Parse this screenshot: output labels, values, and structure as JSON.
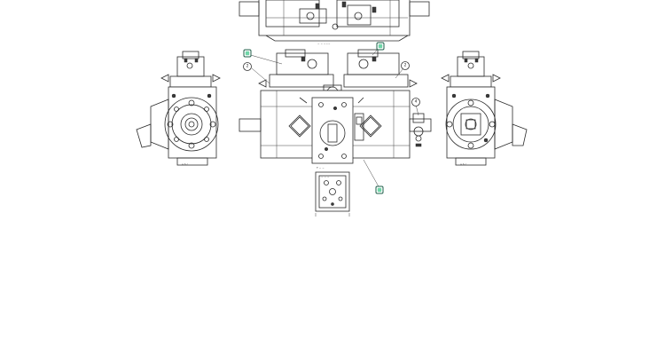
{
  "diagram": {
    "callouts": [
      {
        "id": "callout-2-left",
        "label": "2"
      },
      {
        "id": "callout-2-right",
        "label": "2"
      },
      {
        "id": "callout-4",
        "label": "4"
      }
    ],
    "hotspot_markers": [
      {
        "id": "marker-top-left"
      },
      {
        "id": "marker-top-right"
      },
      {
        "id": "marker-bottom"
      }
    ],
    "colors": {
      "line": "#2a2a2a",
      "marker_fill": "#6fd6a8",
      "marker_border": "#1f5f4a",
      "background": "#ffffff"
    }
  }
}
